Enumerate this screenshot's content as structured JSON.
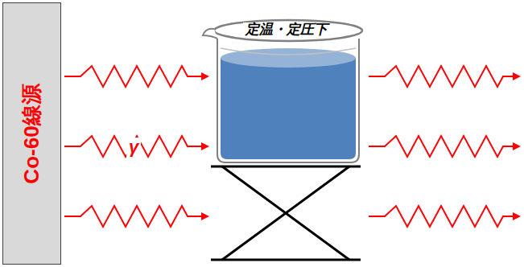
{
  "diagram": {
    "nodes": [
      {
        "text": [
          "Co-60線源"
        ]
      }
    ],
    "labels": [
      "定温・定圧下",
      "γ"
    ]
  }
}
